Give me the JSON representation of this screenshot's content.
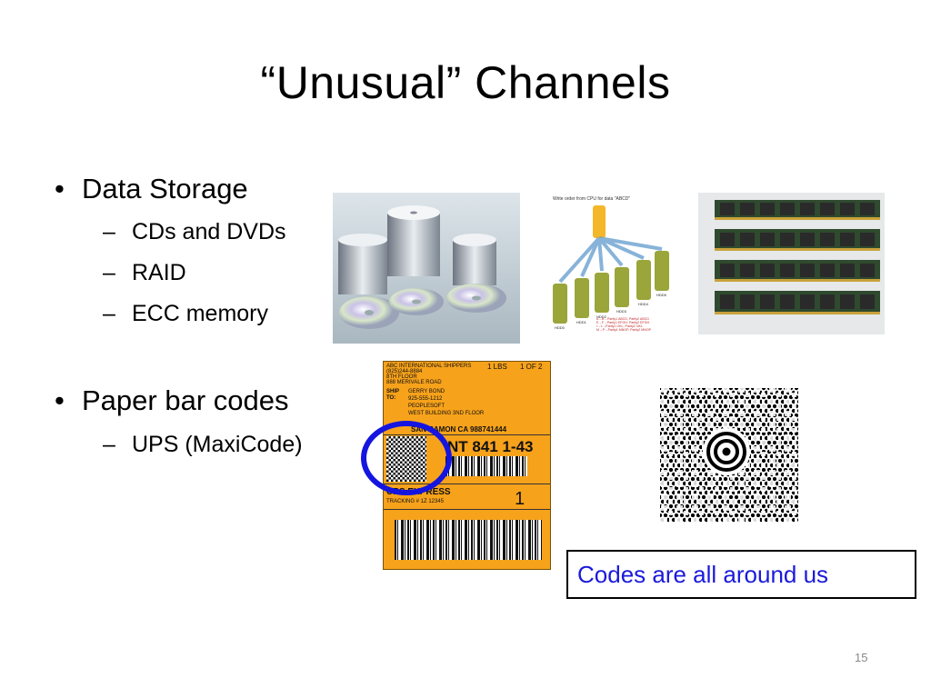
{
  "slide": {
    "title": "“Unusual” Channels",
    "bullets": [
      {
        "label": "Data Storage",
        "subs": [
          "CDs and DVDs",
          "RAID",
          "ECC memory"
        ]
      },
      {
        "label": "Paper bar codes",
        "subs": [
          "UPS (MaxiCode)"
        ]
      }
    ],
    "callout": "Codes are all around us",
    "page_number": "15"
  },
  "raid_diagram": {
    "heading": "Write order from CPU for data \"ABCD\"",
    "disks": [
      "HDD0",
      "HDD1",
      "HDD2",
      "HDD3",
      "HDD4",
      "HDD5"
    ],
    "legend": [
      "A→B→Parity1 ABCD, Parity2 ABCD",
      "E→F→Parity1 EFGH, Parity2 EFGH",
      "I→L→Parity1 IJKL, Parity2 IJKL",
      "M→P→Parity1 MNOP, Parity2 MNOP"
    ]
  },
  "shipping_label": {
    "shipper": [
      "ABC INTERNATIONAL SHIPPERS",
      "(825)244-8884",
      "8TH FLOOR",
      "888 MERIVALE ROAD"
    ],
    "weight": "1 LBS",
    "pages": "1 OF 2",
    "ship_to_label": "SHIP TO:",
    "recipient": [
      "GERRY BOND",
      "925-555-1212",
      "PEOPLESOFT",
      "WEST BUILDING 3ND FLOOR"
    ],
    "city": "SAN RAMON CA 988741444",
    "route": "NT 841 1-43",
    "service": "UPS EXPRESS",
    "tracking": "TRACKING # 1Z 12345",
    "service_level": "1"
  },
  "colors": {
    "callout_text": "#1a1adb",
    "highlight_circle": "#1515e0",
    "label_bg": "#f7a21b"
  }
}
